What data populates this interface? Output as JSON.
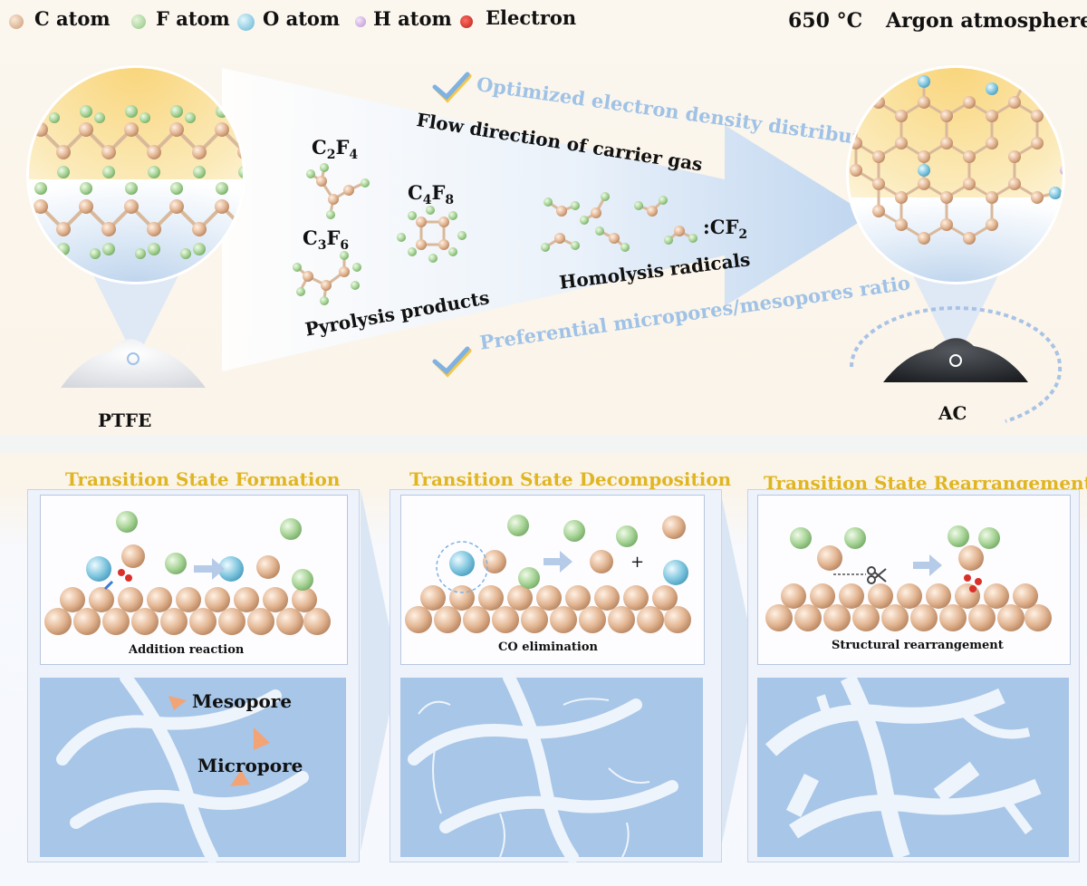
{
  "legend": [
    {
      "label": "C atom",
      "color": "#e8c3a3"
    },
    {
      "label": "F atom",
      "color": "#b7dba9"
    },
    {
      "label": "O atom",
      "color": "#8fd0e6"
    },
    {
      "label": "H atom",
      "color": "#d9b6e6"
    },
    {
      "label": "Electron",
      "color": "#d9312a"
    }
  ],
  "conditions": {
    "temperature": "650 °C",
    "atmosphere": "Argon atmosphere"
  },
  "precursor_label": "PTFE",
  "product_label": "AC",
  "benefits": {
    "top": "Optimized electron density distribution",
    "bottom": "Preferential micropores/mesopores ratio"
  },
  "flow_label": "Flow direction of carrier gas",
  "pyrolysis_label": "Pyrolysis products",
  "radicals_label": "Homolysis radicals",
  "species": {
    "c2f4": {
      "base1": "C",
      "sub1": "2",
      "base2": "F",
      "sub2": "4"
    },
    "c3f6": {
      "base1": "C",
      "sub1": "3",
      "base2": "F",
      "sub2": "6"
    },
    "c4f8": {
      "base1": "C",
      "sub1": "4",
      "base2": "F",
      "sub2": "8"
    },
    "cf2": {
      "prefix": ":CF",
      "sub": "2"
    }
  },
  "stages": [
    {
      "title": "Transition State Formation",
      "caption": "Addition reaction"
    },
    {
      "title": "Transition State Decomposition",
      "caption": "CO elimination"
    },
    {
      "title": "Transition State Rearrangement",
      "caption": "Structural rearrangement"
    }
  ],
  "pore_labels": {
    "mesopore": "Mesopore",
    "micropore": "Micropore"
  },
  "plus_sign": "+",
  "colors": {
    "title_gold": "#e0b522",
    "note_blue": "#9fc2e6",
    "pore_bg": "#a7c6e8"
  }
}
